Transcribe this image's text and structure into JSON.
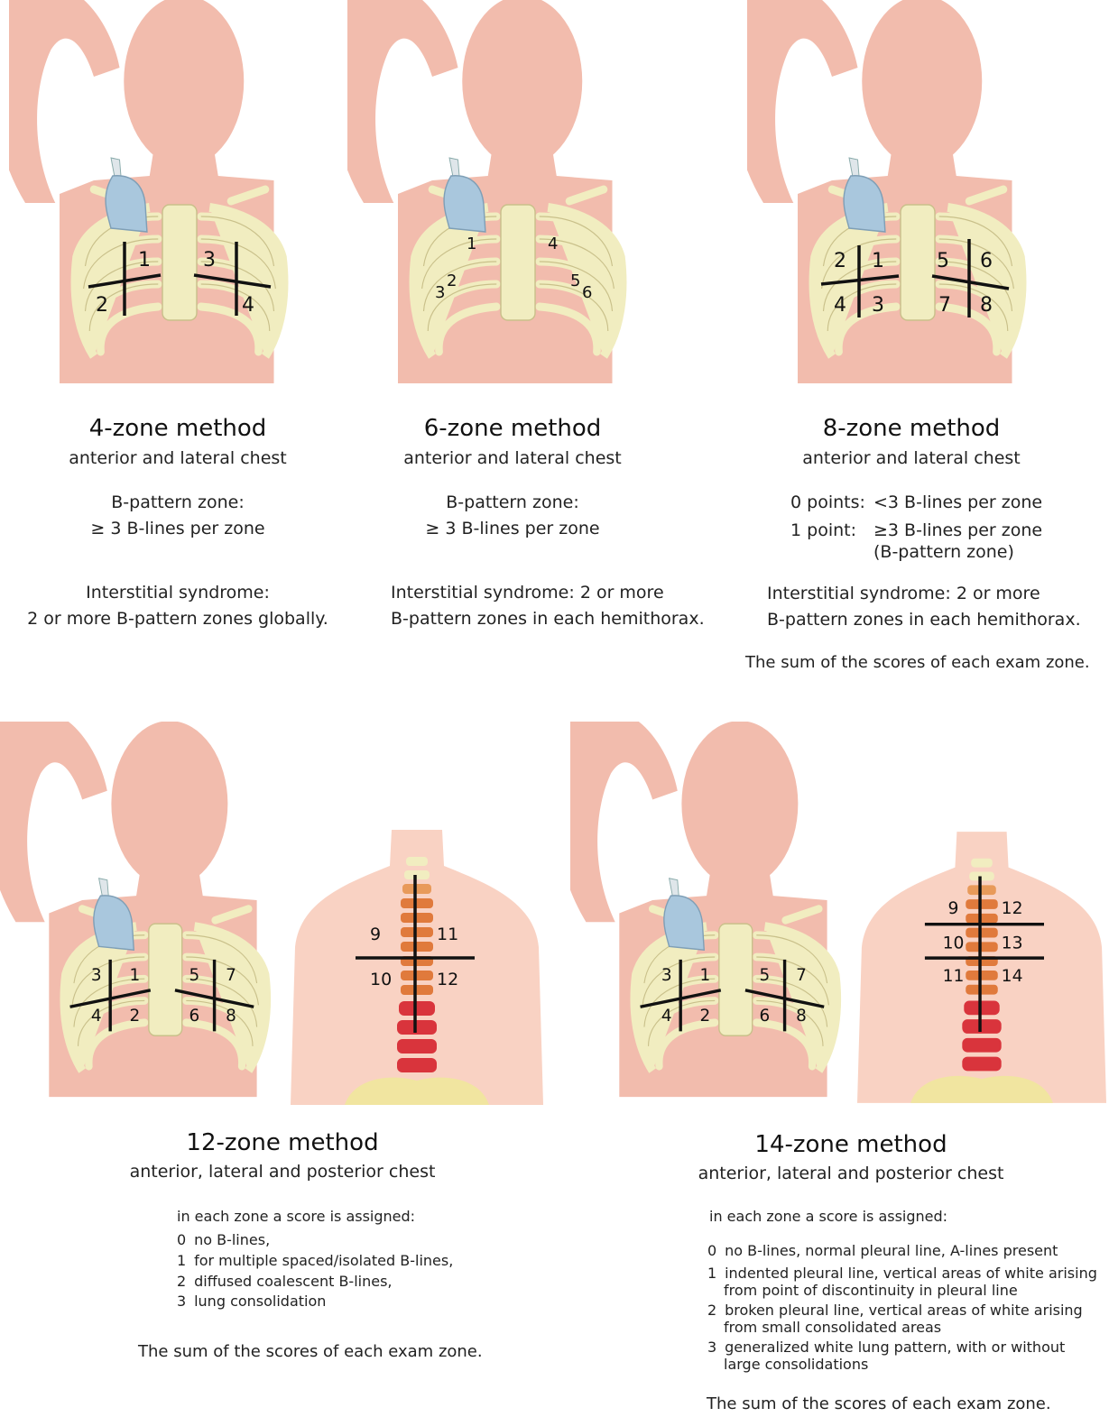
{
  "colors": {
    "skin": "#f2bcad",
    "skin_back": "#f9d2c3",
    "rib": "#f1edc0",
    "rib_stroke": "#c9c08a",
    "probe": "#a9c7dd",
    "spine_orange": "#e07a3c",
    "spine_red": "#d9343c",
    "line": "#111111"
  },
  "panel_4": {
    "title": "4-zone method",
    "subtitle": "anterior and lateral chest",
    "zones": [
      "1",
      "2",
      "3",
      "4"
    ],
    "b_pattern_label": "B-pattern zone:",
    "b_pattern_def": "≥ 3 B-lines per zone",
    "interstitial_label": "Interstitial syndrome:",
    "interstitial_def": "2 or more B-pattern zones globally."
  },
  "panel_6": {
    "title": "6-zone method",
    "subtitle": "anterior and lateral chest",
    "zones": [
      "1",
      "2",
      "3",
      "4",
      "5",
      "6"
    ],
    "b_pattern_label": "B-pattern zone:",
    "b_pattern_def": "≥ 3 B-lines per zone",
    "interstitial_line1": "Interstitial syndrome: 2 or more",
    "interstitial_line2": "B-pattern zones in each hemithorax."
  },
  "panel_8": {
    "title": "8-zone method",
    "subtitle": "anterior and lateral chest",
    "zones": [
      "1",
      "2",
      "3",
      "4",
      "5",
      "6",
      "7",
      "8"
    ],
    "score0_label": "0 points:",
    "score0_def": "<3 B-lines per zone",
    "score1_label": "1 point:",
    "score1_def": "≥3 B-lines per zone",
    "score1_note": "(B-pattern zone)",
    "interstitial_line1": "Interstitial syndrome: 2 or more",
    "interstitial_line2": "B-pattern zones in each hemithorax.",
    "sum": "The sum of the scores of each exam zone."
  },
  "panel_12": {
    "title": "12-zone method",
    "subtitle": "anterior, lateral and posterior chest",
    "zones": [
      "1",
      "2",
      "3",
      "4",
      "5",
      "6",
      "7",
      "8",
      "9",
      "10",
      "11",
      "12"
    ],
    "intro": "in each zone a score is assigned:",
    "scores": [
      {
        "n": "0",
        "text": "no B-lines,"
      },
      {
        "n": "1",
        "text": "for multiple spaced/isolated B-lines,"
      },
      {
        "n": "2",
        "text": "diffused coalescent B-lines,"
      },
      {
        "n": "3",
        "text": "lung consolidation"
      }
    ],
    "sum": "The sum of the scores of each exam zone."
  },
  "panel_14": {
    "title": "14-zone method",
    "subtitle": "anterior, lateral and posterior chest",
    "zones": [
      "1",
      "2",
      "3",
      "4",
      "5",
      "6",
      "7",
      "8",
      "9",
      "10",
      "11",
      "12",
      "13",
      "14"
    ],
    "intro": "in each zone a score is assigned:",
    "scores": [
      {
        "n": "0",
        "text": "no B-lines, normal pleural line, A-lines present",
        "text2": ""
      },
      {
        "n": "1",
        "text": "indented pleural line, vertical areas of white arising",
        "text2": "from point of discontinuity in pleural line"
      },
      {
        "n": "2",
        "text": "broken pleural line, vertical areas of white arising",
        "text2": "from small consolidated areas"
      },
      {
        "n": "3",
        "text": "generalized white lung pattern, with or without",
        "text2": "large consolidations"
      }
    ],
    "sum": "The sum of the scores of each exam zone."
  }
}
